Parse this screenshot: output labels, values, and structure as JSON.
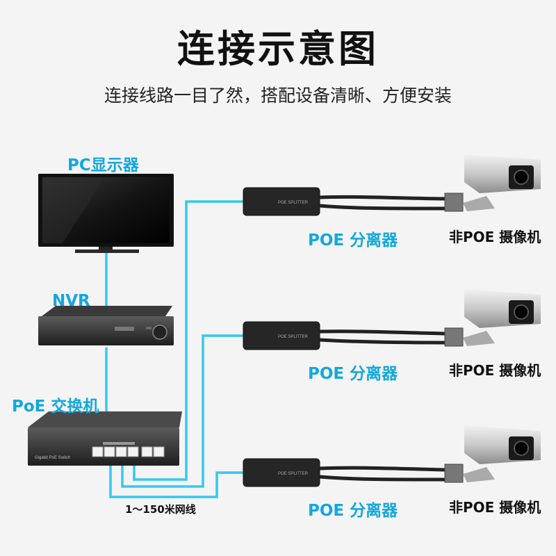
{
  "title": "连接示意图",
  "subtitle": "连接线路一目了然，搭配设备清晰、方便安装",
  "devices": {
    "monitor_label": "PC显示器",
    "nvr_label": "NVR",
    "switch_label": "PoE 交换机",
    "switch_brand": "Gigabit PoE Switch",
    "splitter_text": "POE SPLITTER"
  },
  "rows": [
    {
      "splitter_label": "POE 分离器",
      "camera_label": "非POE 摄像机"
    },
    {
      "splitter_label": "POE 分离器",
      "camera_label": "非POE 摄像机"
    },
    {
      "splitter_label": "POE 分离器",
      "camera_label": "非POE 摄像机"
    }
  ],
  "cable_label": "1～150米网线",
  "colors": {
    "cable": "#34c8ee",
    "label_accent": "#12a8dd"
  }
}
